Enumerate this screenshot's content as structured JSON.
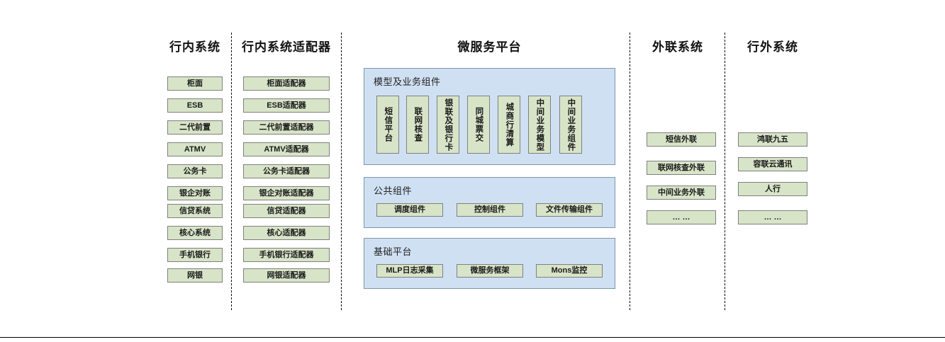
{
  "diagram": {
    "columns": [
      {
        "key": "internal_systems",
        "title": "行内系统",
        "items": [
          {
            "label": "柜面"
          },
          {
            "label": "ESB"
          },
          {
            "label": "二代前置"
          },
          {
            "label": "ATMV"
          },
          {
            "label": "公务卡"
          },
          {
            "label": "银企对账"
          },
          {
            "label": "信贷系统"
          },
          {
            "label": "核心系统"
          },
          {
            "label": "手机银行"
          },
          {
            "label": "网银"
          }
        ]
      },
      {
        "key": "internal_adapters",
        "title": "行内系统适配器",
        "items": [
          {
            "label": "柜面适配器"
          },
          {
            "label": "ESB适配器"
          },
          {
            "label": "二代前置适配器"
          },
          {
            "label": "ATMV适配器"
          },
          {
            "label": "公务卡适配器"
          },
          {
            "label": "银企对账适配器"
          },
          {
            "label": "信贷适配器"
          },
          {
            "label": "核心适配器"
          },
          {
            "label": "手机银行适配器"
          },
          {
            "label": "网银适配器"
          }
        ]
      },
      {
        "key": "external_link_systems",
        "title": "外联系统",
        "items": [
          {
            "label": "短信外联"
          },
          {
            "label": "联网核查外联"
          },
          {
            "label": "中间业务外联"
          },
          {
            "label": "… …"
          }
        ]
      },
      {
        "key": "outside_bank_systems",
        "title": "行外系统",
        "items": [
          {
            "label": "鸿联九五"
          },
          {
            "label": "容联云通讯"
          },
          {
            "label": "人行"
          },
          {
            "label": "… …"
          }
        ]
      }
    ],
    "platform": {
      "title": "微服务平台",
      "groups": [
        {
          "key": "model_business_components",
          "label": "模型及业务组件",
          "orientation": "vertical",
          "items": [
            {
              "label": "短信平台"
            },
            {
              "label": "联网核查"
            },
            {
              "label": "银联及银行卡"
            },
            {
              "label": "同城票交"
            },
            {
              "label": "城商行清算"
            },
            {
              "label": "中间业务模型"
            },
            {
              "label": "中间业务组件"
            }
          ]
        },
        {
          "key": "public_components",
          "label": "公共组件",
          "orientation": "horizontal",
          "items": [
            {
              "label": "调度组件"
            },
            {
              "label": "控制组件"
            },
            {
              "label": "文件传输组件"
            }
          ]
        },
        {
          "key": "base_platform",
          "label": "基础平台",
          "orientation": "horizontal",
          "items": [
            {
              "label": "MLP日志采集"
            },
            {
              "label": "微服务框架"
            },
            {
              "label": "Mons监控"
            }
          ]
        }
      ]
    },
    "colors": {
      "box_fill": "#d8e4c8",
      "box_border": "#7f7f7f",
      "group_fill": "#cfe0f3",
      "group_border": "#7d95ad",
      "divider": "#000000",
      "text": "#111111"
    }
  }
}
